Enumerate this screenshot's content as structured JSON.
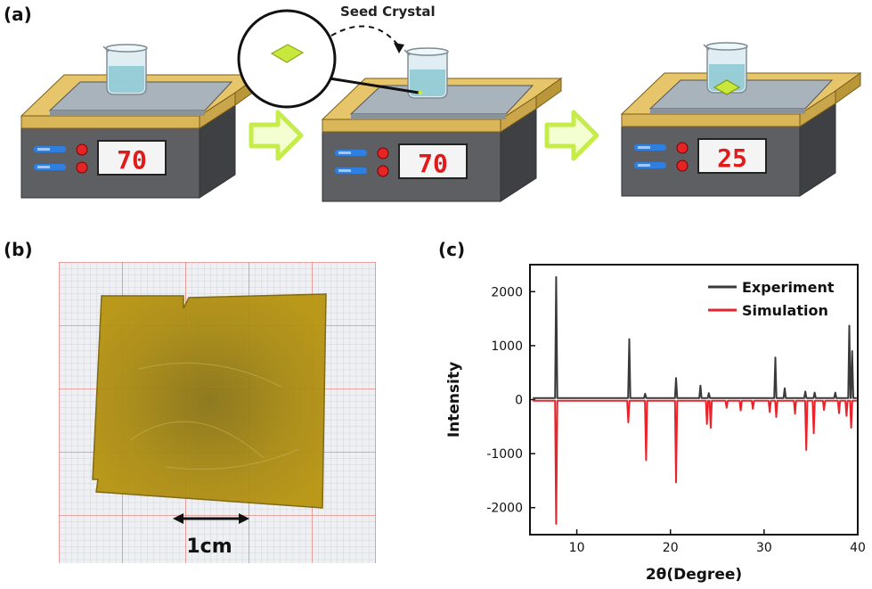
{
  "panel_labels": {
    "a": "(a)",
    "b": "(b)",
    "c": "(c)"
  },
  "panel_a": {
    "seed_crystal_label": "Seed Crystal",
    "hotplates": [
      {
        "display": "70"
      },
      {
        "display": "70"
      },
      {
        "display": "25"
      }
    ]
  },
  "panel_b": {
    "scale_label": "1cm"
  },
  "colors": {
    "experiment": "#3a3a3a",
    "simulation": "#e8232b",
    "plate_top": "#e3c36a",
    "plate_body": "#55575b",
    "arrow": "#c6ec4a",
    "crystal": "#c9e83c",
    "film": "#a8860c"
  },
  "chart_data": {
    "type": "line",
    "xlabel": "2θ(Degree)",
    "ylabel": "Intensity",
    "xlim": [
      5,
      40
    ],
    "ylim": [
      -2500,
      2500
    ],
    "xticks": [
      10,
      20,
      30,
      40
    ],
    "yticks": [
      -2000,
      -1000,
      0,
      1000,
      2000
    ],
    "legend_position": "top-right",
    "series": [
      {
        "name": "Experiment",
        "peaks": [
          {
            "x": 7.8,
            "y": 2270
          },
          {
            "x": 15.6,
            "y": 1120
          },
          {
            "x": 17.3,
            "y": 110
          },
          {
            "x": 20.6,
            "y": 400
          },
          {
            "x": 23.2,
            "y": 260
          },
          {
            "x": 24.1,
            "y": 120
          },
          {
            "x": 31.2,
            "y": 780
          },
          {
            "x": 32.2,
            "y": 210
          },
          {
            "x": 34.4,
            "y": 150
          },
          {
            "x": 35.4,
            "y": 130
          },
          {
            "x": 37.6,
            "y": 130
          },
          {
            "x": 39.1,
            "y": 1370
          },
          {
            "x": 39.4,
            "y": 900
          }
        ]
      },
      {
        "name": "Simulation",
        "peaks": [
          {
            "x": 7.8,
            "y": -2300
          },
          {
            "x": 15.5,
            "y": -420
          },
          {
            "x": 17.4,
            "y": -1120
          },
          {
            "x": 20.6,
            "y": -1530
          },
          {
            "x": 23.9,
            "y": -450
          },
          {
            "x": 24.3,
            "y": -520
          },
          {
            "x": 26.0,
            "y": -150
          },
          {
            "x": 27.5,
            "y": -200
          },
          {
            "x": 28.8,
            "y": -170
          },
          {
            "x": 30.6,
            "y": -230
          },
          {
            "x": 31.3,
            "y": -320
          },
          {
            "x": 33.3,
            "y": -260
          },
          {
            "x": 34.5,
            "y": -930
          },
          {
            "x": 35.3,
            "y": -620
          },
          {
            "x": 36.4,
            "y": -190
          },
          {
            "x": 38.0,
            "y": -250
          },
          {
            "x": 38.8,
            "y": -300
          },
          {
            "x": 39.3,
            "y": -520
          }
        ]
      }
    ]
  }
}
